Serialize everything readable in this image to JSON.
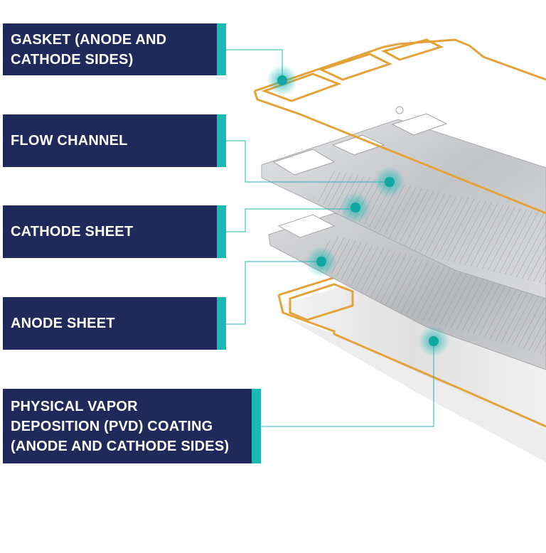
{
  "labels": {
    "gasket": "GASKET (ANODE AND\nCATHODE SIDES)",
    "flow_channel": "FLOW CHANNEL",
    "cathode_sheet": "CATHODE SHEET",
    "anode_sheet": "ANODE SHEET",
    "pvd_coating": "PHYSICAL VAPOR\nDEPOSITION (PVD) COATING\n(ANODE AND CATHODE SIDES)"
  },
  "colors": {
    "label_bg": "#1f2a5a",
    "accent": "#1bb8b4",
    "gasket": "#e3a33a",
    "plate": "#c9cacc",
    "leader": "#1bb8b4"
  }
}
